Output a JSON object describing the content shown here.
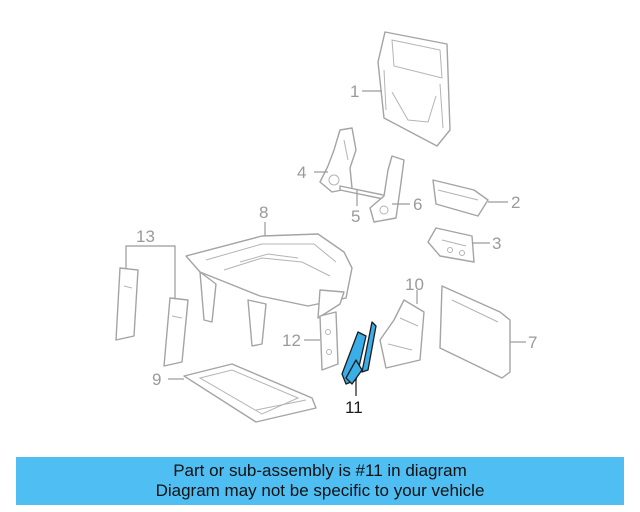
{
  "callouts": {
    "c1": "1",
    "c2": "2",
    "c3": "3",
    "c4": "4",
    "c5": "5",
    "c6": "6",
    "c7": "7",
    "c8": "8",
    "c9": "9",
    "c10": "10",
    "c11": "11",
    "c12": "12",
    "c13": "13"
  },
  "highlight": {
    "part_number": "11",
    "color": "#3aaee8"
  },
  "banner": {
    "line1": "Part or sub-assembly is #11 in diagram",
    "line2": "Diagram may not be specific to your vehicle",
    "color": "#4fbef2"
  }
}
